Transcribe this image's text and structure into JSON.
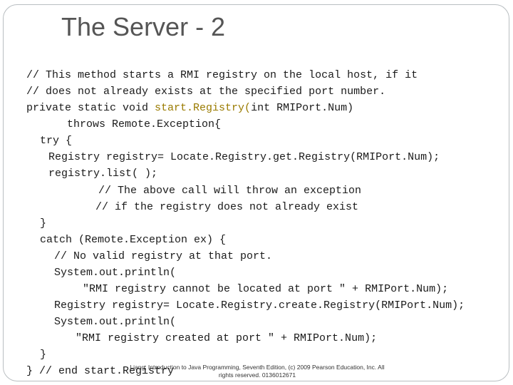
{
  "slide": {
    "title": "The Server - 2",
    "code_lines": [
      "// This method starts a RMI registry on the local host, if it",
      "// does not already exists at the specified port number.",
      "private static void ",
      "start.Registry(",
      "int RMIPort.Num)",
      "throws Remote.Exception{",
      "try {",
      "Registry registry= Locate.Registry.get.Registry(RMIPort.Num);",
      "registry.list( );",
      "// The above call will throw an exception",
      "// if the registry does not already exist",
      "}",
      "catch (Remote.Exception ex) {",
      "// No valid registry at that port.",
      "System.out.println(",
      "\"RMI registry cannot be located at port \" + RMIPort.Num);",
      "Registry registry= Locate.Registry.create.Registry(RMIPort.Num);",
      "System.out.println(",
      "\"RMI registry created at port \" + RMIPort.Num);",
      "}",
      "} // end start.Registry"
    ],
    "footer": {
      "line1": "Liang, Introduction to Java Programming, Seventh Edition, (c) 2009 Pearson Education, Inc. All",
      "line2": "rights reserved. 0136012671"
    }
  }
}
